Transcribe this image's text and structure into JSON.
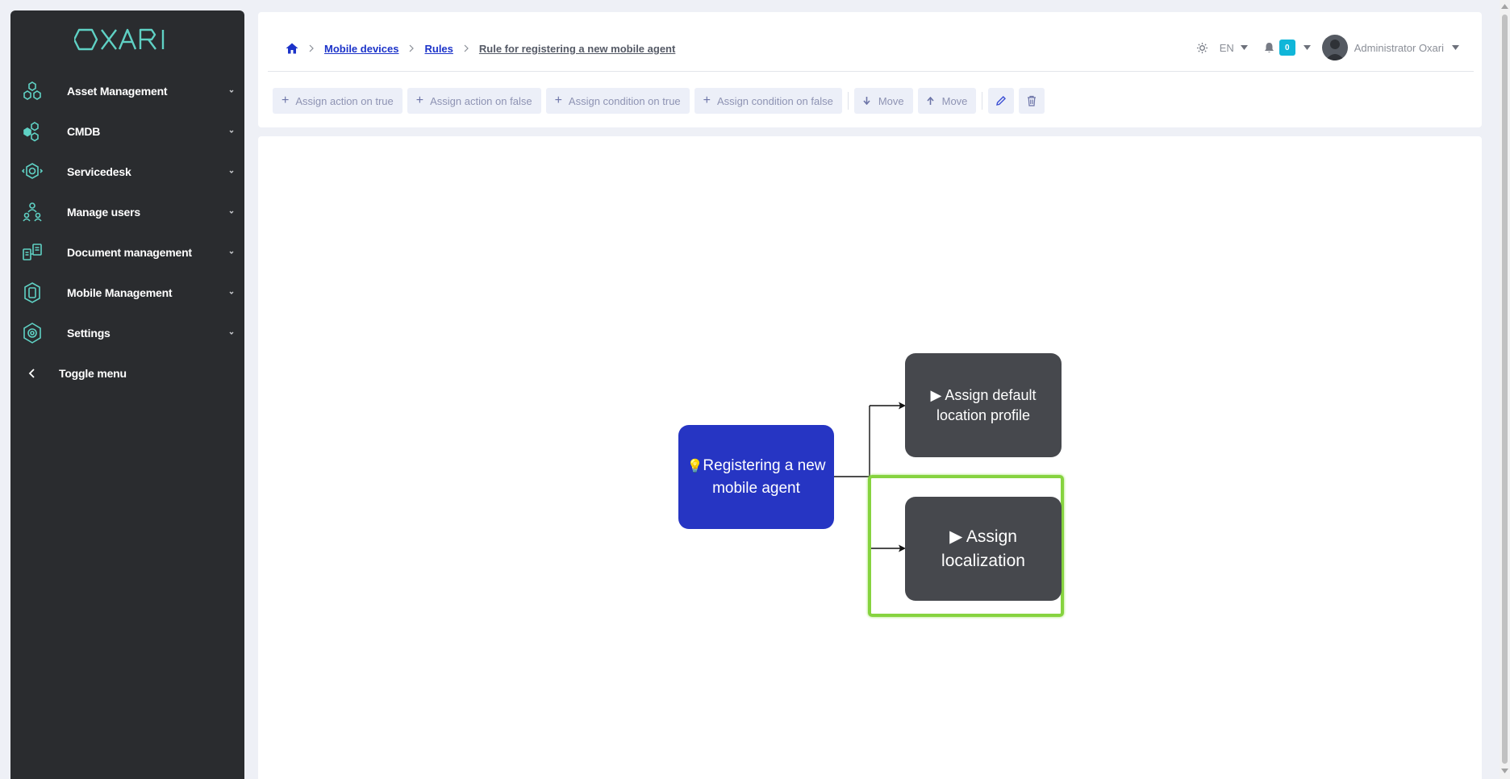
{
  "sidebar": {
    "logo_text": "OXARI",
    "items": [
      {
        "label": "Asset Management",
        "icon": "asset-icon"
      },
      {
        "label": "CMDB",
        "icon": "cmdb-icon"
      },
      {
        "label": "Servicedesk",
        "icon": "servicedesk-icon"
      },
      {
        "label": "Manage users",
        "icon": "users-icon"
      },
      {
        "label": "Document management",
        "icon": "document-icon"
      },
      {
        "label": "Mobile Management",
        "icon": "mobile-icon"
      },
      {
        "label": "Settings",
        "icon": "settings-icon"
      }
    ],
    "toggle_label": "Toggle menu"
  },
  "breadcrumb": {
    "items": [
      "Mobile devices",
      "Rules"
    ],
    "current": "Rule for registering a new mobile agent"
  },
  "topbar": {
    "language": "EN",
    "notification_count": "0",
    "user_name": "Administrator Oxari"
  },
  "toolbar": {
    "assign_action_true": "Assign action on true",
    "assign_action_false": "Assign action on false",
    "assign_condition_true": "Assign condition on true",
    "assign_condition_false": "Assign condition on false",
    "move_down": "Move",
    "move_up": "Move"
  },
  "diagram": {
    "trigger": {
      "icon": "💡",
      "label": "Registering a new mobile agent"
    },
    "actions": [
      {
        "icon": "▶",
        "label": "Assign default location profile"
      },
      {
        "icon": "▶",
        "label": "Assign localization"
      }
    ],
    "colors": {
      "trigger": "#2635c3",
      "action": "#46484d",
      "highlight": "#86d33f"
    }
  },
  "colors": {
    "sidebar_bg": "#2a2c2f",
    "accent": "#1c33c9",
    "icon_teal": "#5fd1c4"
  }
}
